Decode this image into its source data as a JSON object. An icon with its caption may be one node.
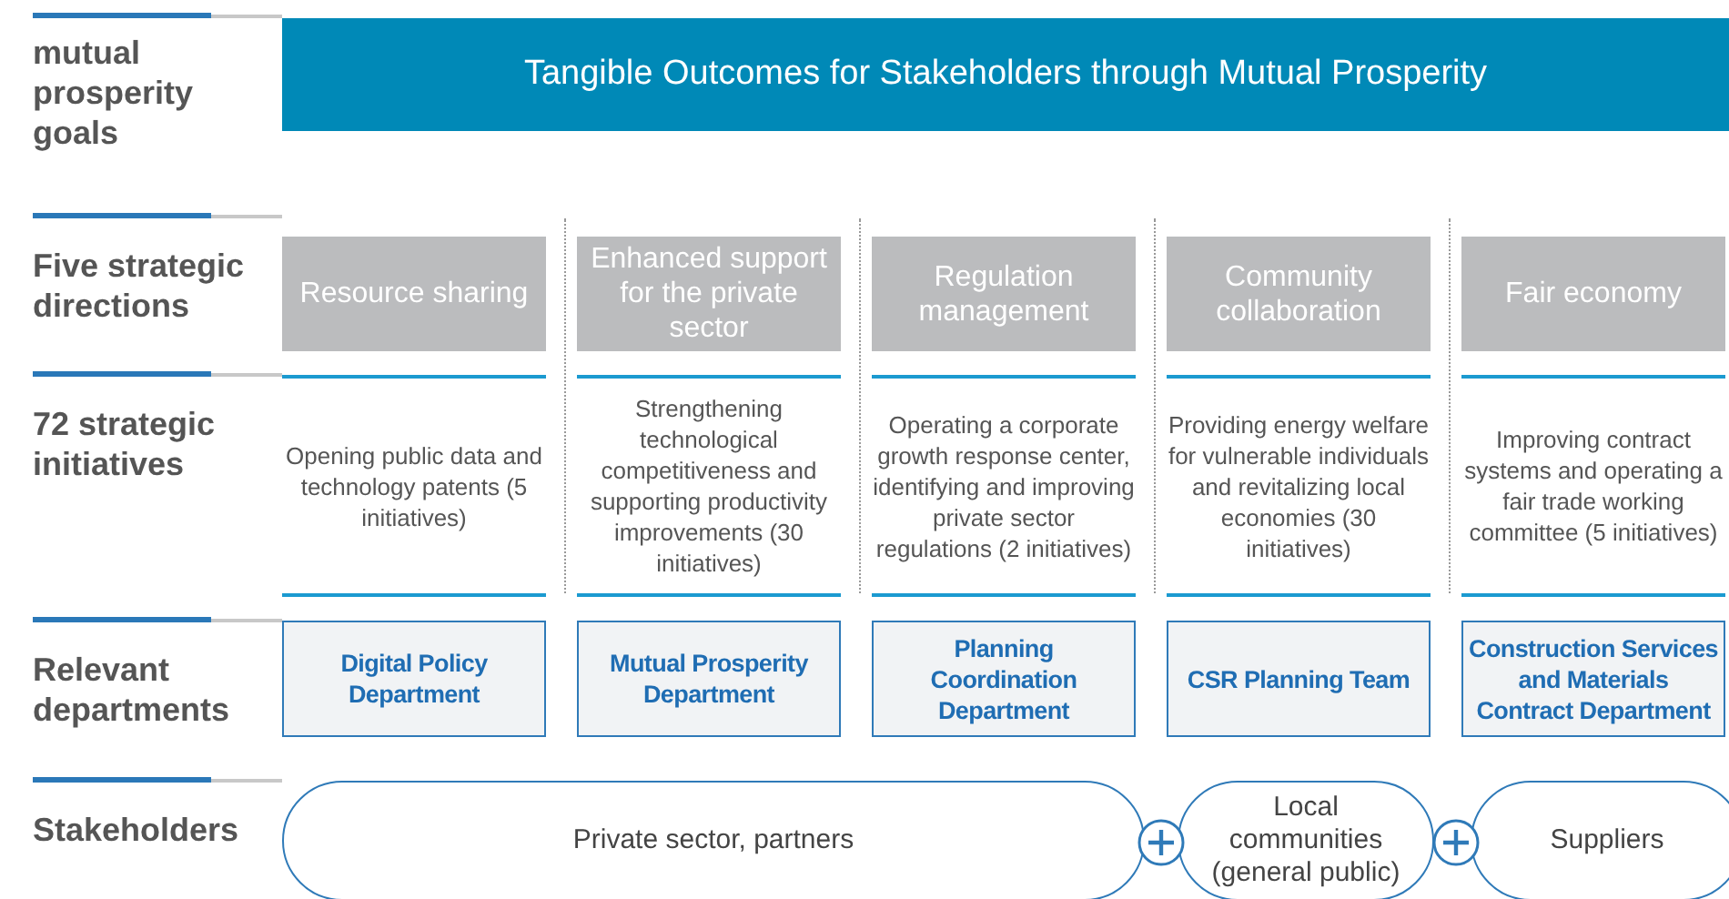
{
  "diagram": {
    "nodes": [
      {
        "text": [
          "Tangible Outcomes for Stakeholders through Mutual Prosperity"
        ]
      },
      {
        "text": [
          "Resource sharing"
        ]
      },
      {
        "text": [
          "Enhanced support for the private sector"
        ]
      },
      {
        "text": [
          "Regulation management"
        ]
      },
      {
        "text": [
          "Community collaboration"
        ]
      },
      {
        "text": [
          "Fair economy"
        ]
      },
      {
        "text": [
          "Digital Policy Department"
        ]
      },
      {
        "text": [
          "Mutual Prosperity Department"
        ]
      },
      {
        "text": [
          "Planning Coordination Department"
        ]
      },
      {
        "text": [
          "CSR Planning Team"
        ]
      },
      {
        "text": [
          "Construction Services and Materials Contract Department"
        ]
      },
      {
        "text": [
          "Private sector, partners"
        ]
      },
      {
        "text": [
          "Local communities (general public)"
        ]
      },
      {
        "text": [
          "Suppliers"
        ]
      }
    ],
    "labels": [
      "mutual prosperity goals",
      "Five strategic directions",
      "72 strategic initiatives",
      "Opening public data and technology patents (5 initiatives)",
      "Strengthening technological competitiveness and supporting productivity improvements (30 initiatives)",
      "Operating a corporate growth response center, identifying and improving private sector regulations (2 initiatives)",
      "Providing energy welfare for vulnerable individuals and revitalizing local economies (30 initiatives)",
      "Improving contract systems and operating a fair trade working committee (5 initiatives)",
      "Relevant departments",
      "Stakeholders"
    ]
  }
}
